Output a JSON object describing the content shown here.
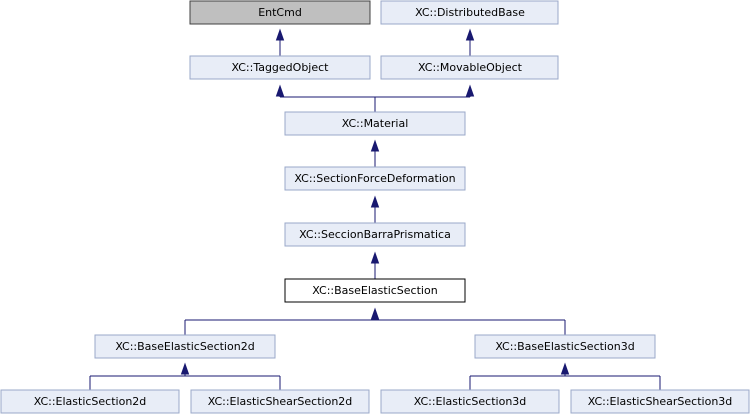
{
  "colors": {
    "node_fill": "#e8edf7",
    "node_stroke": "#9aa8c8",
    "gray_fill": "#bfbfbf",
    "gray_stroke": "#404040",
    "focus_fill": "#ffffff",
    "focus_stroke": "#000000",
    "edge": "#191970"
  },
  "nodes": {
    "entcmd": "EntCmd",
    "distributed_base": "XC::DistributedBase",
    "tagged_object": "XC::TaggedObject",
    "movable_object": "XC::MovableObject",
    "material": "XC::Material",
    "section_force_deformation": "XC::SectionForceDeformation",
    "seccion_barra_prismatica": "XC::SeccionBarraPrismatica",
    "base_elastic_section": "XC::BaseElasticSection",
    "base_elastic_section_2d": "XC::BaseElasticSection2d",
    "base_elastic_section_3d": "XC::BaseElasticSection3d",
    "elastic_section_2d": "XC::ElasticSection2d",
    "elastic_shear_section_2d": "XC::ElasticShearSection2d",
    "elastic_section_3d": "XC::ElasticSection3d",
    "elastic_shear_section_3d": "XC::ElasticShearSection3d"
  }
}
